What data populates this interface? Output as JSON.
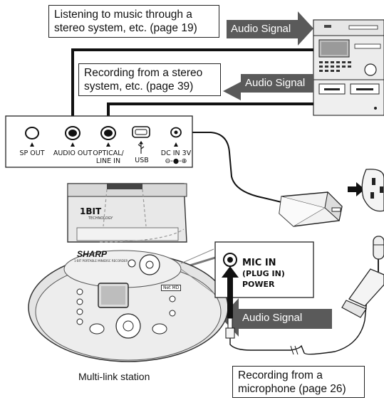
{
  "callouts": {
    "stereo_listen": "Listening to music through a stereo system, etc. (page 19)",
    "stereo_listen_l1": "Listening to music through a",
    "stereo_listen_l2": "stereo system, etc. (page 19)",
    "stereo_record_l1": "Recording from a stereo",
    "stereo_record_l2": "system, etc. (page 39)",
    "mic_record_l1": "Recording from a",
    "mic_record_l2": "microphone (page 26)"
  },
  "signals": {
    "top": "Audio Signal",
    "middle": "Audio Signal",
    "bottom": "Audio Signal"
  },
  "ports": {
    "sp_out": "SP OUT",
    "audio_out": "AUDIO OUT",
    "optical_l1": "OPTICAL/",
    "optical_l2": "LINE IN",
    "usb": "USB",
    "dc_in": "DC IN 3V",
    "dc_symbol": "⊖-●-⊕"
  },
  "mic_panel": {
    "line1": "MIC IN",
    "line2": "(PLUG IN)",
    "line3": "POWER"
  },
  "station_label": "Multi-link station",
  "device": {
    "brand": "SHARP",
    "netmd": "Net MD",
    "bit_logo": "1BIT",
    "bit_sub": "TECHNOLOGY",
    "model_text": "1-BIT PORTABLE MINIDISC RECORDER"
  },
  "colors": {
    "signal_fill": "#5a5a5a",
    "device_body": "#e9e9e9",
    "panel_fill": "#ffffff"
  }
}
